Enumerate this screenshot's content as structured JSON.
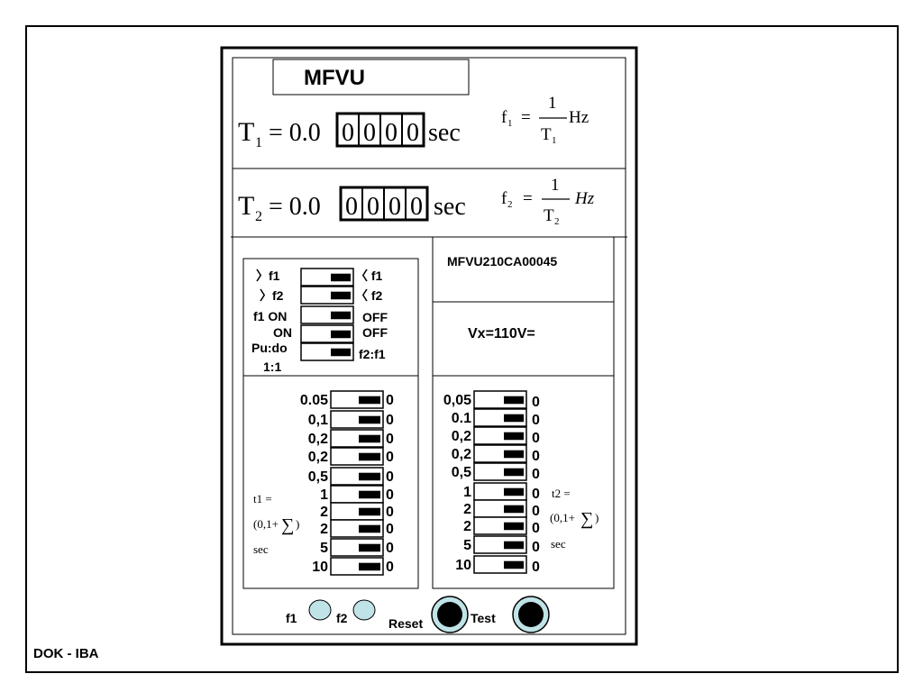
{
  "title": "MFVU",
  "t1_formula": {
    "lhs": "T",
    "sub": "1",
    "prefix": "= 0.0",
    "digits": [
      "0",
      "0",
      "0",
      "0"
    ],
    "unit": "sec"
  },
  "t2_formula": {
    "lhs": "T",
    "sub": "2",
    "prefix": "= 0.0",
    "digits": [
      "0",
      "0",
      "0",
      "0"
    ],
    "unit": "sec"
  },
  "f1_formula": {
    "lhs": "f",
    "sub": "1",
    "eq": "=",
    "num": "1",
    "den": "T",
    "den_sub": "1",
    "unit": "Hz"
  },
  "f2_formula": {
    "lhs": "f",
    "sub": "2",
    "eq": "=",
    "num": "1",
    "den": "T",
    "den_sub": "2",
    "unit": "Hz"
  },
  "serial": "MFVU210CA00045",
  "voltage": "Vx=110V=",
  "mode_switch": {
    "left_labels": [
      "〉f1",
      "〉f2",
      "f1 ON",
      "ON",
      "Pu:do",
      "1:1"
    ],
    "right_labels": [
      "〈 f1",
      "〈 f2",
      "OFF",
      "OFF",
      "f2:f1"
    ]
  },
  "t1_switches": {
    "labels": [
      "0.05",
      "0,1",
      "0,2",
      "0,2",
      "0,5",
      "1",
      "2",
      "2",
      "5",
      "10"
    ],
    "right": [
      "0",
      "0",
      "0",
      "0",
      "0",
      "0",
      "0",
      "0",
      "0",
      "0"
    ],
    "note_line1": "t1 =",
    "note_line2": "(0,1+",
    "note_sum": "∑",
    "note_line2_end": ")",
    "note_line3": "sec"
  },
  "t2_switches": {
    "labels": [
      "0,05",
      "0.1",
      "0,2",
      "0,2",
      "0,5",
      "1",
      "2",
      "2",
      "5",
      "10"
    ],
    "right": [
      "0",
      "0",
      "0",
      "0",
      "0",
      "0",
      "0",
      "0",
      "0",
      "0"
    ],
    "note_line1": "t2 =",
    "note_line2": "(0,1+",
    "note_sum": "∑",
    "note_line2_end": ")",
    "note_line3": "sec"
  },
  "indicators": {
    "f1": "f1",
    "f2": "f2",
    "reset": "Reset",
    "test": "Test"
  },
  "footer": "DOK - IBA",
  "colors": {
    "led": "#bfe3e6",
    "knob": "#bfe3e6"
  }
}
